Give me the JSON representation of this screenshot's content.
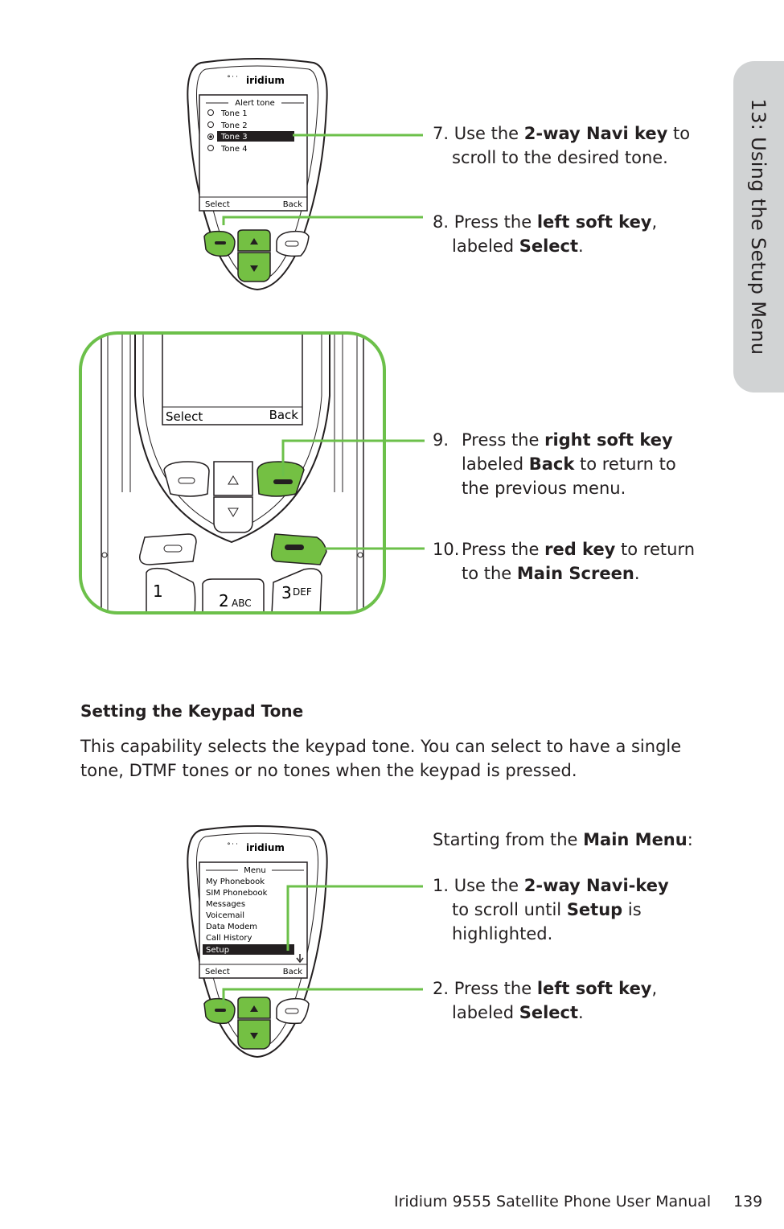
{
  "side_tab": "13: Using the Setup Menu",
  "phone1": {
    "brand": "iridium",
    "screen_title": "Alert tone",
    "options": [
      "Tone 1",
      "Tone 2",
      "Tone 3",
      "Tone 4"
    ],
    "selected_index": 2,
    "soft_left": "Select",
    "soft_right": "Back"
  },
  "phone2": {
    "soft_left": "Select",
    "soft_right": "Back",
    "keys": [
      {
        "digit": "1",
        "letters": ""
      },
      {
        "digit": "2",
        "letters": "ABC"
      },
      {
        "digit": "3",
        "letters": "DEF"
      }
    ]
  },
  "phone3": {
    "brand": "iridium",
    "screen_title": "Menu",
    "items": [
      "My Phonebook",
      "SIM Phonebook",
      "Messages",
      "Voicemail",
      "Data Modem",
      "Call History",
      "Setup"
    ],
    "selected_index": 6,
    "soft_left": "Select",
    "soft_right": "Back"
  },
  "steps_top": [
    {
      "num": "7.",
      "pre": "Use the ",
      "bold": "2-way Navi key",
      "post": " to",
      "line2": "scroll to the desired tone."
    },
    {
      "num": "8.",
      "pre": "Press the ",
      "bold": "left soft key",
      "post": ",",
      "line2_pre": "labeled ",
      "line2_bold": "Select",
      "line2_post": "."
    },
    {
      "num": "9.",
      "pre": "Press the ",
      "bold": "right soft key",
      "post": "",
      "line2_pre": "labeled ",
      "line2_bold": "Back",
      "line2_post": " to return to",
      "line3": "the previous menu."
    },
    {
      "num": "10.",
      "pre": "Press the ",
      "bold": "red key",
      "post": " to return",
      "line2_pre": "to the ",
      "line2_bold": "Main Screen",
      "line2_post": "."
    }
  ],
  "section": {
    "heading": "Setting the Keypad Tone",
    "paragraph": "This capability selects the keypad tone. You can select to have a single tone, DTMF tones or no tones when the keypad is pressed."
  },
  "steps_bottom": {
    "intro_pre": "Starting from the ",
    "intro_bold": "Main Menu",
    "intro_post": ":",
    "items": [
      {
        "num": "1.",
        "pre": "Use the ",
        "bold": "2-way Navi-key",
        "line2_pre": "to scroll until ",
        "line2_bold": "Setup",
        "line2_post": " is",
        "line3": "highlighted."
      },
      {
        "num": "2.",
        "pre": "Press the ",
        "bold": "left soft key",
        "post": ",",
        "line2_pre": "labeled ",
        "line2_bold": "Select",
        "line2_post": "."
      }
    ]
  },
  "footer": {
    "manual": "Iridium 9555 Satellite Phone User Manual",
    "page": "139"
  },
  "colors": {
    "accent_green": "#6cc04a",
    "key_green": "#74c043",
    "dark_green": "#3a7d20",
    "tab_gray": "#d1d3d4",
    "text": "#231f20"
  }
}
